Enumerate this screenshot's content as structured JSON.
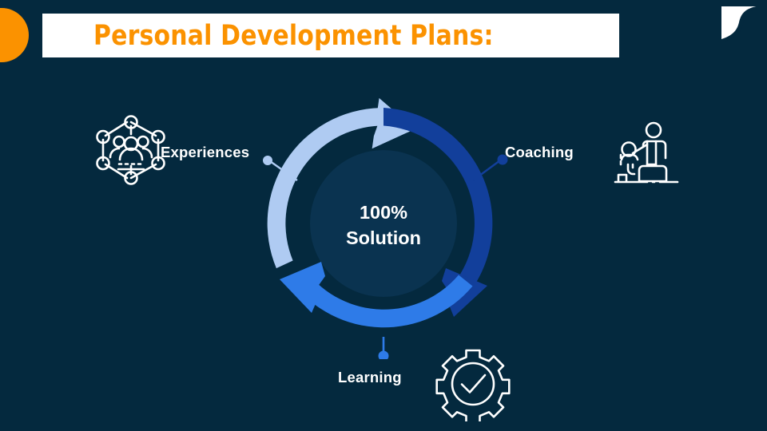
{
  "slide": {
    "background_color": "#04293E",
    "accent_orange": "#FB9200",
    "title": "Personal Development Plans:",
    "logo_name": "company-logo"
  },
  "diagram": {
    "center": {
      "value": "100%",
      "caption": "Solution"
    },
    "nodes": [
      {
        "label": "Experiences",
        "icon": "network-people-icon",
        "arc_color": "#AFCBF2",
        "dot_color": "#AFCBF2"
      },
      {
        "label": "Coaching",
        "icon": "coaching-mentor-icon",
        "arc_color": "#123F9B",
        "dot_color": "#123F9B"
      },
      {
        "label": "Learning",
        "icon": "gear-check-icon",
        "arc_color": "#2E7BE8",
        "dot_color": "#2E7BE8"
      }
    ],
    "inner_circle_color": "#0A3350"
  }
}
